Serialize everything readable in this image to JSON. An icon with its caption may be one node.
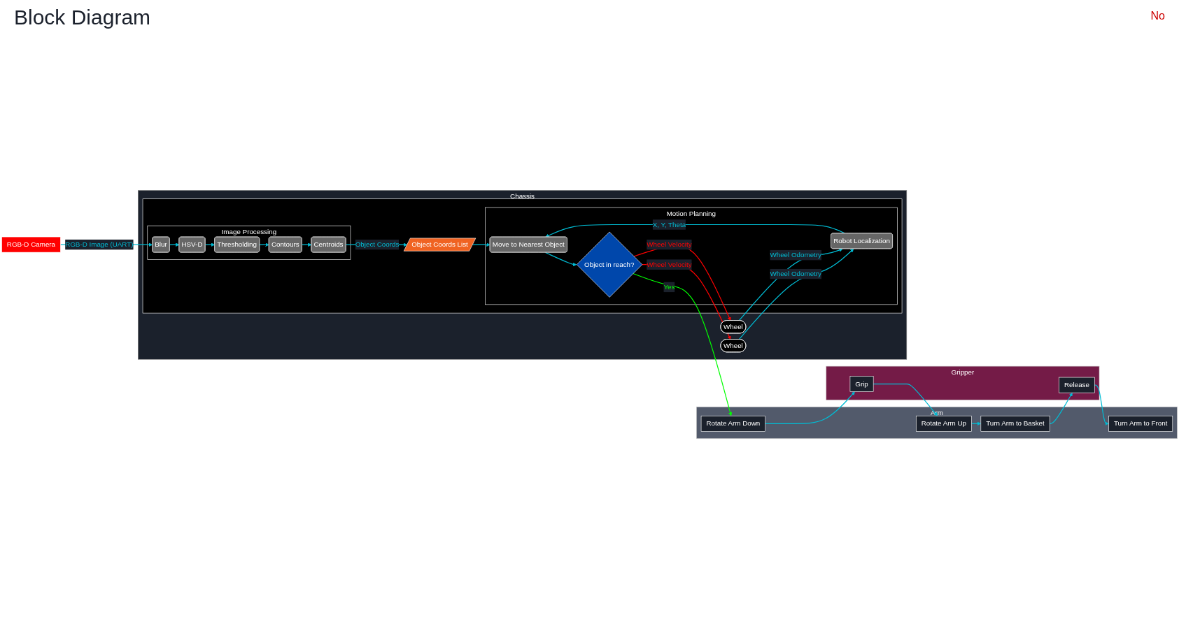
{
  "diagram": {
    "title": "Block Diagram",
    "nodes": [
      {
        "text": [
          "Gripper"
        ]
      },
      {
        "text": [
          "Release"
        ],
        "in": 0
      },
      {
        "text": [
          "Grip"
        ],
        "in": 0
      },
      {
        "text": [
          "Arm"
        ]
      },
      {
        "text": [
          "Rotate Arm Up"
        ],
        "in": 3
      },
      {
        "text": [
          "Turn Arm to Front"
        ],
        "in": 3
      },
      {
        "text": [
          "Turn Arm to Basket"
        ],
        "in": 3
      },
      {
        "text": [
          "Rotate Arm Down"
        ],
        "in": 3
      },
      {
        "text": [
          "RGB-D Camera"
        ]
      },
      {
        "text": [
          "Wheel"
        ],
        "in": 10
      },
      {
        "text": [
          "Chassis"
        ]
      },
      {
        "text": [],
        "shape": "box",
        "in": 10
      },
      {
        "text": [
          "Image Processing"
        ],
        "in": 11
      },
      {
        "text": [
          "Blur"
        ],
        "in": 12
      },
      {
        "text": [
          "HSV-D"
        ],
        "in": 12
      },
      {
        "text": [
          "Thresholding"
        ],
        "in": 12
      },
      {
        "text": [
          "Contours"
        ],
        "in": 12
      },
      {
        "text": [
          "Centroids"
        ],
        "in": 12
      },
      {
        "text": [
          "Object Coords List"
        ],
        "in": 11
      },
      {
        "text": [
          "Motion Planning"
        ],
        "in": 11
      },
      {
        "text": [
          "Object in reach?"
        ],
        "in": 19
      },
      {
        "text": [
          "Move to Nearest Object"
        ],
        "in": 19
      },
      {
        "text": [
          "Robot Localization"
        ],
        "in": 19
      },
      {
        "text": [
          "Wheel"
        ],
        "in": 10
      }
    ],
    "edges": [
      {
        "from": 1,
        "to": 5,
        "arrow": "to"
      },
      {
        "from": 2,
        "to": 4,
        "arrow": "to"
      },
      {
        "from": 4,
        "to": 6,
        "arrow": "to"
      },
      {
        "from": 6,
        "to": 1,
        "arrow": "to"
      },
      {
        "from": 7,
        "to": 2,
        "arrow": "to"
      },
      {
        "from": 8,
        "to": 13,
        "arrow": "to",
        "label": "RGB-D Image (UART)"
      },
      {
        "from": 13,
        "to": 14,
        "arrow": "to"
      },
      {
        "from": 14,
        "to": 15,
        "arrow": "to"
      },
      {
        "from": 15,
        "to": 16,
        "arrow": "to"
      },
      {
        "from": 16,
        "to": 17,
        "arrow": "to"
      },
      {
        "from": 17,
        "to": 18,
        "arrow": "to",
        "label": "Object Coords"
      },
      {
        "from": 18,
        "to": 21,
        "arrow": "to"
      },
      {
        "from": 21,
        "to": 20,
        "arrow": "to"
      },
      {
        "from": 22,
        "to": 21,
        "arrow": "to",
        "label": "X, Y, Theta"
      },
      {
        "from": 9,
        "to": 22,
        "arrow": "to",
        "label": "Wheel Odometry"
      },
      {
        "from": 23,
        "to": 22,
        "arrow": "to",
        "label": "Wheel Odometry"
      },
      {
        "from": 20,
        "to": 7,
        "arrow": "to",
        "label": "Yes",
        "color": "#00ff00"
      },
      {
        "from": 20,
        "to": 9,
        "arrow": "to",
        "label": "Wheel Velocity",
        "color": "#ff0000"
      },
      {
        "from": 20,
        "to": 23,
        "arrow": "to",
        "label": "Wheel Velocity",
        "color": "#ff0000"
      }
    ],
    "labels": [
      "No"
    ]
  }
}
